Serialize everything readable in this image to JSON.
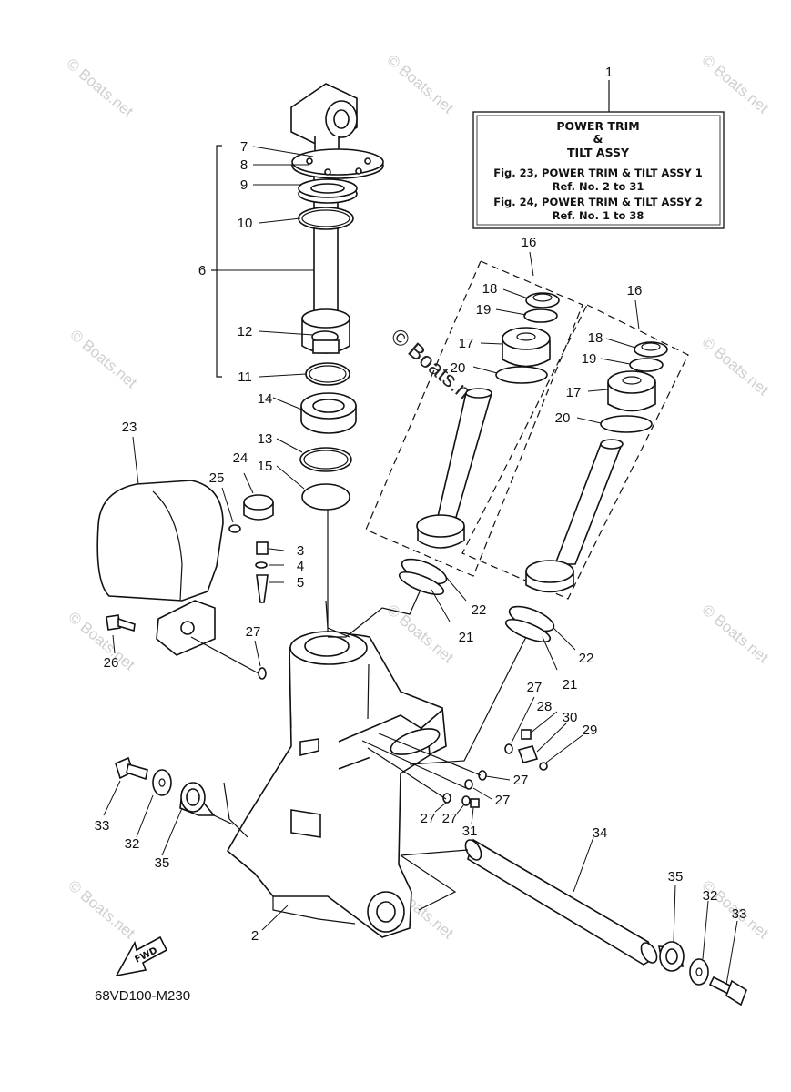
{
  "title_box": {
    "line1": "POWER TRIM",
    "line2": "&",
    "line3": "TILT ASSY",
    "line4": "Fig. 23, POWER TRIM & TILT ASSY 1",
    "line5": "Ref. No. 2 to 31",
    "line6": "Fig. 24, POWER TRIM & TILT ASSY 2",
    "line7": "Ref. No. 1 to 38"
  },
  "diagram_code": "68VD100-M230",
  "fwd_label": "FWD",
  "watermark": {
    "small": "© Boats.net",
    "large": "© Boats.net"
  },
  "callouts": {
    "c1": "1",
    "c2": "2",
    "c3": "3",
    "c4": "4",
    "c5": "5",
    "c6": "6",
    "c7": "7",
    "c8": "8",
    "c9": "9",
    "c10": "10",
    "c11": "11",
    "c12": "12",
    "c13": "13",
    "c14": "14",
    "c15": "15",
    "c16a": "16",
    "c16b": "16",
    "c17a": "17",
    "c17b": "17",
    "c18a": "18",
    "c18b": "18",
    "c19a": "19",
    "c19b": "19",
    "c20a": "20",
    "c20b": "20",
    "c21a": "21",
    "c21b": "21",
    "c22a": "22",
    "c22b": "22",
    "c23": "23",
    "c24": "24",
    "c25": "25",
    "c26": "26",
    "c27a": "27",
    "c27b": "27",
    "c27c": "27",
    "c27d": "27",
    "c27e": "27",
    "c27f": "27",
    "c28": "28",
    "c29": "29",
    "c30": "30",
    "c31": "31",
    "c32a": "32",
    "c32b": "32",
    "c33a": "33",
    "c33b": "33",
    "c34": "34",
    "c35a": "35",
    "c35b": "35"
  }
}
